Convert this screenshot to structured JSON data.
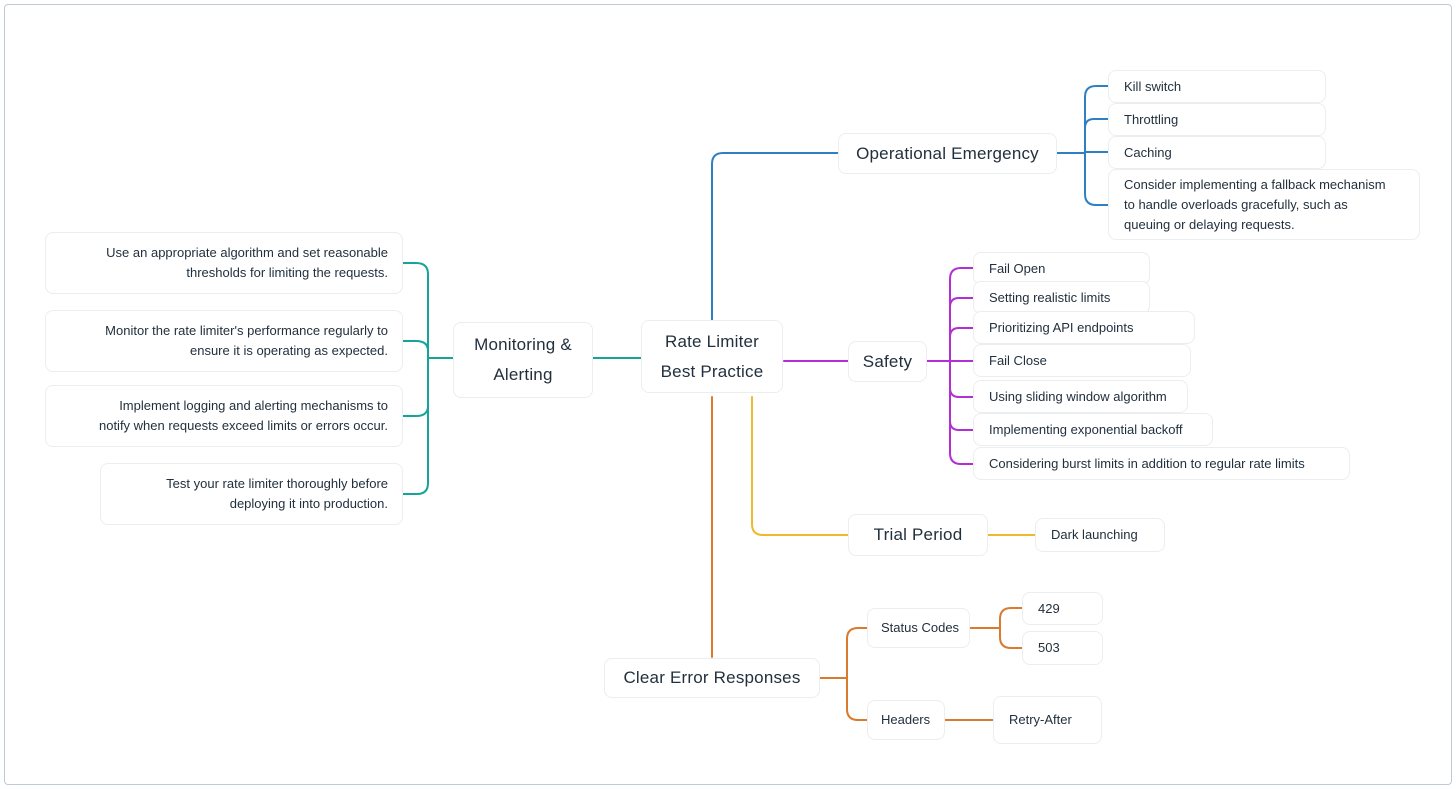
{
  "colors": {
    "blue": "#2f7fc3",
    "teal": "#16a398",
    "magenta": "#b32fd4",
    "yellow": "#eeb92e",
    "orange": "#d97a2d",
    "text": "#22303e"
  },
  "root": {
    "label": "Rate Limiter\nBest Practice"
  },
  "branches": {
    "monitoring_alerting": {
      "label": "Monitoring &\nAlerting",
      "children": [
        "Use an appropriate algorithm and set reasonable\nthresholds for limiting the requests.",
        "Monitor the rate limiter's performance regularly to\nensure it is operating as expected.",
        "Implement logging and alerting mechanisms to\nnotify when requests exceed limits or errors occur.",
        "Test your rate limiter thoroughly before\ndeploying it into production."
      ]
    },
    "operational_emergency": {
      "label": "Operational Emergency",
      "children": [
        "Kill switch",
        "Throttling",
        "Caching",
        "Consider implementing a fallback mechanism\nto handle overloads gracefully, such as\nqueuing or delaying requests."
      ]
    },
    "safety": {
      "label": "Safety",
      "children": [
        "Fail Open",
        "Setting realistic limits",
        "Prioritizing API endpoints",
        "Fail Close",
        "Using sliding window algorithm",
        "Implementing exponential backoff",
        "Considering burst limits in addition to regular rate limits"
      ]
    },
    "trial_period": {
      "label": "Trial Period",
      "children": [
        "Dark launching"
      ]
    },
    "clear_error_responses": {
      "label": "Clear Error Responses",
      "children": [
        {
          "label": "Status Codes",
          "children": [
            "429",
            "503"
          ]
        },
        {
          "label": "Headers",
          "children": [
            "Retry-After"
          ]
        }
      ]
    }
  }
}
